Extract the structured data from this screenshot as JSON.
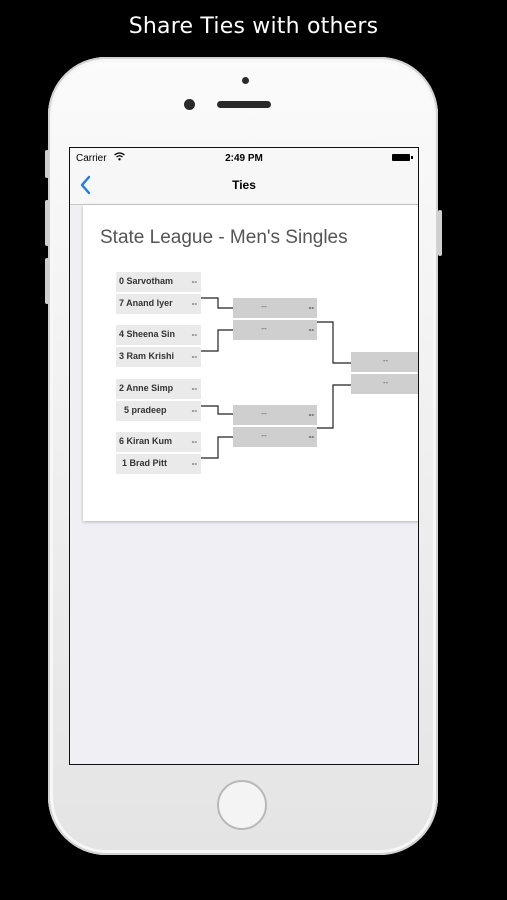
{
  "promo": {
    "caption": "Share Ties with others"
  },
  "status_bar": {
    "carrier": "Carrier",
    "time": "2:49 PM"
  },
  "nav": {
    "title": "Ties"
  },
  "card": {
    "title": "State League - Men's Singles"
  },
  "bracket": {
    "round1": [
      {
        "player1": "0 Sarvotham",
        "score1": "--",
        "player2": "7 Anand Iyer",
        "score2": "--"
      },
      {
        "player1": "4 Sheena Sin",
        "score1": "--",
        "player2": "3 Ram Krishi",
        "score2": "--"
      },
      {
        "player1": "2 Anne Simp",
        "score1": "--",
        "player2": "5 pradeep",
        "score2": "--"
      },
      {
        "player1": "6 Kiran Kum",
        "score1": "--",
        "player2": "1 Brad Pitt",
        "score2": "--"
      }
    ],
    "round2": [
      {
        "player1": "--",
        "score1": "--",
        "player2": "--",
        "score2": "--"
      },
      {
        "player1": "--",
        "score1": "--",
        "player2": "--",
        "score2": "--"
      }
    ],
    "final": {
      "player1": "--",
      "player2": "--"
    }
  }
}
